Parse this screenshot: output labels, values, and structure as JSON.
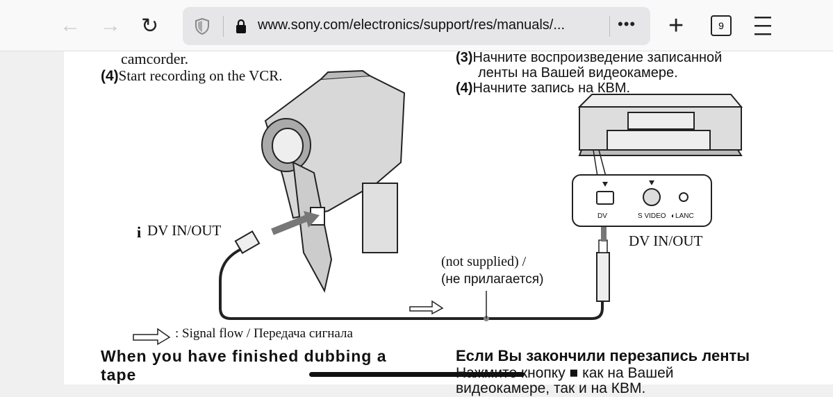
{
  "browser": {
    "url": "www.sony.com/electronics/support/res/manuals/...",
    "tab_count": "9",
    "icons": [
      "back-arrow-icon",
      "forward-arrow-icon",
      "reload-icon",
      "shield-icon",
      "lock-icon",
      "more-icon",
      "new-tab-icon",
      "menu-icon"
    ]
  },
  "document": {
    "en_prev": "camcorder.",
    "en_step_num": "(4)",
    "en_step": "Start recording on the VCR.",
    "ru_step3_num": "(3)",
    "ru_step3_line1": "Начните воспроизведение записанной",
    "ru_step3_line2": "ленты на Вашей видеокамере.",
    "ru_step4_num": "(4)",
    "ru_step4": "Начните запись на КВМ.",
    "label_dv_left": "DV IN/OUT",
    "label_dv_right": "DV IN/OUT",
    "port_dv": "DV",
    "port_svideo": "S VIDEO",
    "port_lanc": "LANC",
    "cable_en": "(not supplied) /",
    "cable_ru": "(не прилагается)",
    "legend": ": Signal flow / Передача сигнала",
    "heading_en_line1": "When you have finished dubbing a",
    "heading_en_line2": "tape",
    "heading_ru": "Если Вы закончили перезапись ленты",
    "ru_body_line1": "Нажмите кнопку ■ как на Вашей",
    "ru_body_line2": "видеокамере, так и на КВМ."
  }
}
